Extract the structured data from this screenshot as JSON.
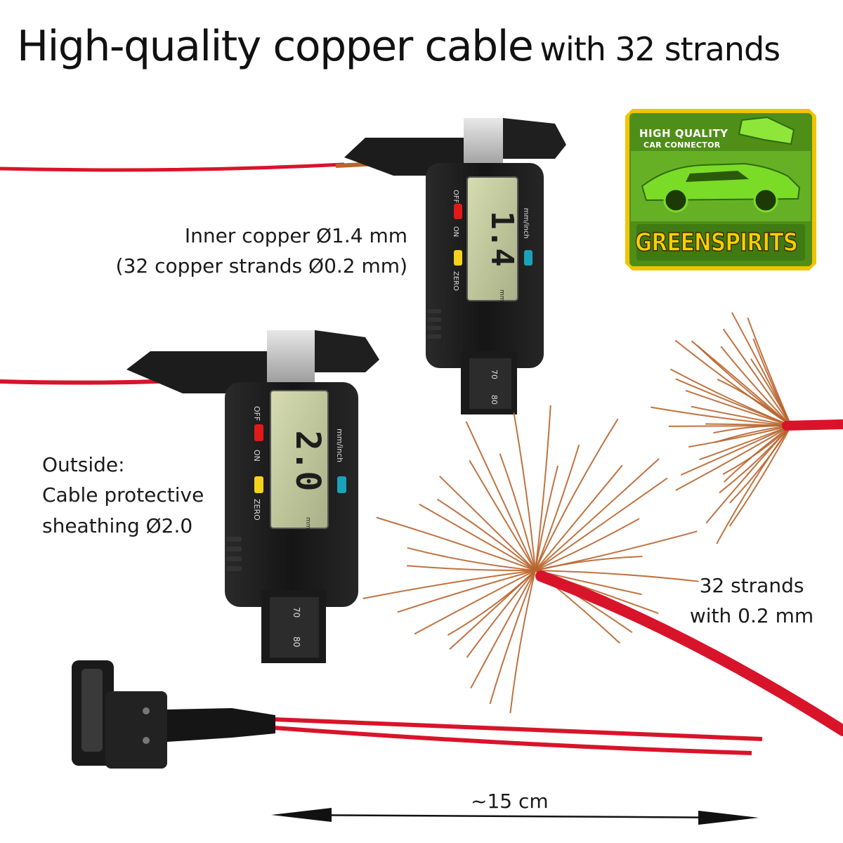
{
  "title": {
    "main": "High-quality copper cable",
    "sub": "with 32 strands"
  },
  "inner_label": {
    "line1": "Inner copper Ø1.4 mm",
    "line2": "(32 copper strands Ø0.2 mm)"
  },
  "outside_label": {
    "line1": "Outside:",
    "line2": "Cable protective",
    "line3": "sheathing Ø2.0"
  },
  "strands_label": {
    "line1": "32 strands",
    "line2": "with 0.2 mm"
  },
  "length_label": "~15 cm",
  "caliper_top": {
    "reading": "1.4",
    "off": "OFF",
    "on": "ON",
    "zero": "ZERO",
    "unit_toggle": "mm/inch",
    "unit": "mm",
    "scale_a": "70",
    "scale_b": "80"
  },
  "caliper_bottom": {
    "reading": "2.0",
    "off": "OFF",
    "on": "ON",
    "zero": "ZERO",
    "unit_toggle": "mm/inch",
    "unit": "mm",
    "scale_a": "70",
    "scale_b": "80"
  },
  "logo": {
    "line1": "HIGH QUALITY",
    "line2": "CAR CONNECTOR",
    "brand": "GREENSPIRITS"
  },
  "colors": {
    "cable_red": "#d8142a",
    "copper": "#b8642c",
    "caliper_body": "#1b1b1b",
    "lcd": "#c9cfa2",
    "logo_green": "#5a9b1e",
    "logo_yellow": "#f5d000"
  }
}
